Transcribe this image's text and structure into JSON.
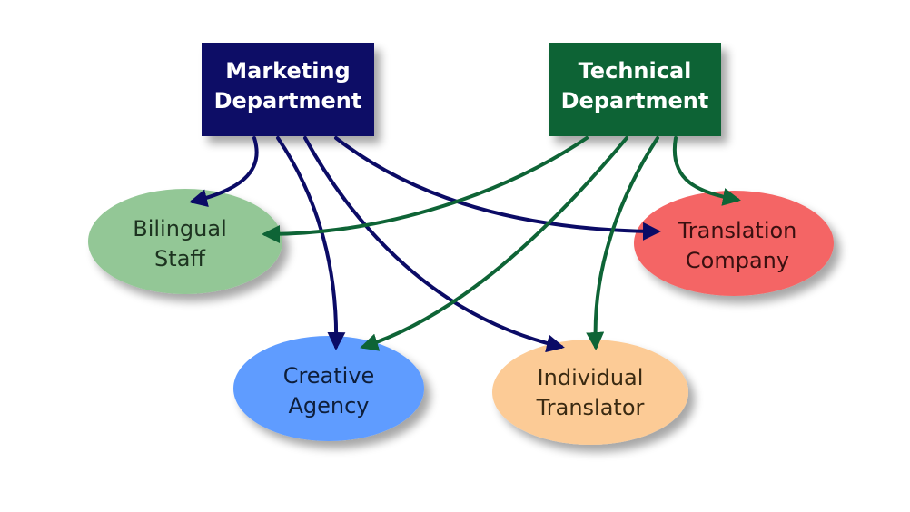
{
  "departments": {
    "marketing": {
      "line1": "Marketing",
      "line2": "Department",
      "color": "#0b0b66"
    },
    "technical": {
      "line1": "Technical",
      "line2": "Department",
      "color": "#0e6436"
    }
  },
  "resources": {
    "bilingual": {
      "line1": "Bilingual",
      "line2": "Staff",
      "color": "#93c796",
      "text_color": "#1d3320"
    },
    "translation": {
      "line1": "Translation",
      "line2": "Company",
      "color": "#f46565",
      "text_color": "#3a1010"
    },
    "creative": {
      "line1": "Creative",
      "line2": "Agency",
      "color": "#5f9cff",
      "text_color": "#0e1e3a"
    },
    "individual": {
      "line1": "Individual",
      "line2": "Translator",
      "color": "#fccb96",
      "text_color": "#3a2a12"
    }
  },
  "connections": [
    {
      "from": "Marketing Department",
      "to": "Bilingual Staff"
    },
    {
      "from": "Marketing Department",
      "to": "Creative Agency"
    },
    {
      "from": "Marketing Department",
      "to": "Individual Translator"
    },
    {
      "from": "Marketing Department",
      "to": "Translation Company"
    },
    {
      "from": "Technical Department",
      "to": "Bilingual Staff"
    },
    {
      "from": "Technical Department",
      "to": "Creative Agency"
    },
    {
      "from": "Technical Department",
      "to": "Individual Translator"
    },
    {
      "from": "Technical Department",
      "to": "Translation Company"
    }
  ],
  "arrow_colors": {
    "marketing": "#0b0b66",
    "technical": "#0e6436"
  }
}
